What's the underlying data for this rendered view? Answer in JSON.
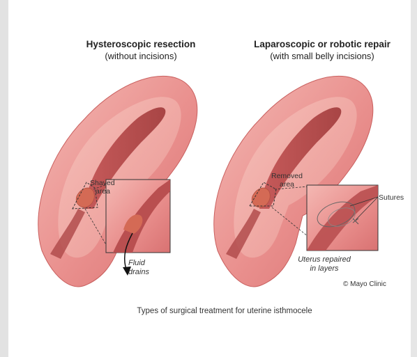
{
  "panels": [
    {
      "title": "Hysteroscopic resection",
      "subtitle": "(without incisions)",
      "label": "Shaved area",
      "label_line1": "Shaved",
      "label_line2": "area",
      "inset_label_line1": "Fluid",
      "inset_label_line2": "drains"
    },
    {
      "title": "Laparoscopic or robotic repair",
      "subtitle": "(with small belly incisions)",
      "label_line1": "Removed",
      "label_line2": "area",
      "inset_label_line1": "Uterus repaired",
      "inset_label_line2": "in layers",
      "callout": "Sutures"
    }
  ],
  "credit": "© Mayo Clinic",
  "caption": "Types of surgical treatment for uterine isthmocele",
  "colors": {
    "tissue": "#e8898a",
    "tissue_light": "#f3b1ae",
    "tissue_dark": "#c9605f",
    "cavity": "#b94f50",
    "defect": "#d46a55",
    "line": "#333333"
  }
}
